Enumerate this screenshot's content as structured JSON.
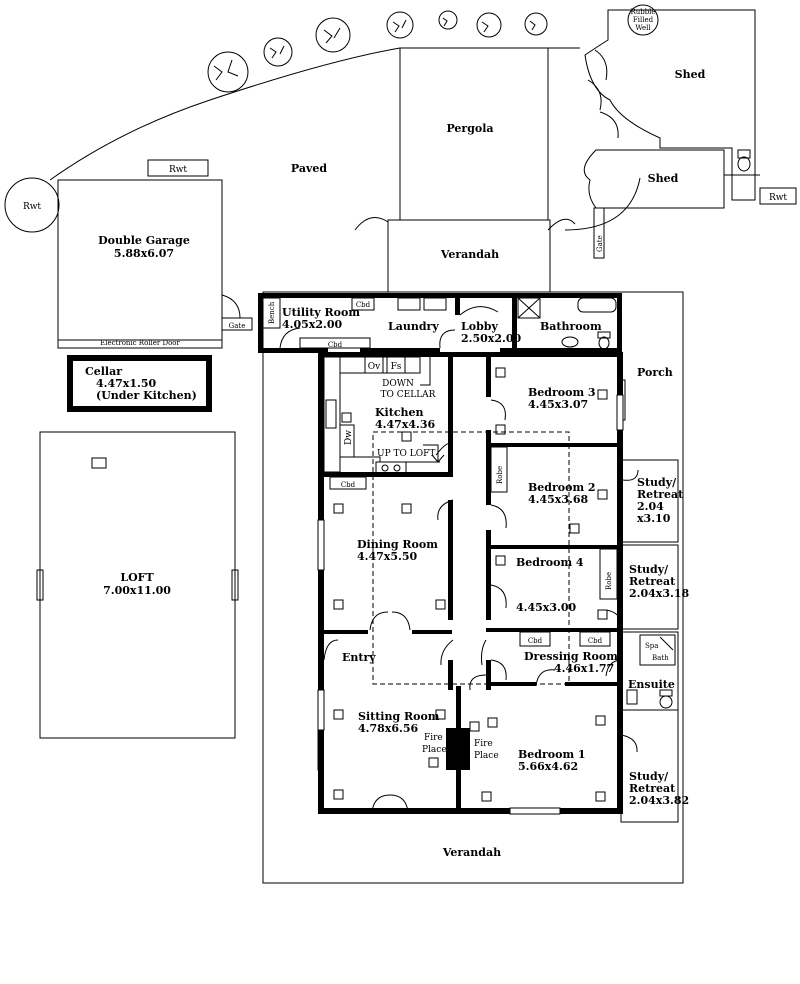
{
  "labels": {
    "rwt_left": "Rwt",
    "rwt_top": "Rwt",
    "rwt_right": "Rwt",
    "paved": "Paved",
    "pergola": "Pergola",
    "shed_upper": "Shed",
    "shed_lower": "Shed",
    "bubble_well_1": "Rubble",
    "bubble_well_2": "Filled",
    "bubble_well_3": "Well",
    "gate_right": "Gate",
    "gate_left": "Gate",
    "verandah_top": "Verandah",
    "verandah_bottom": "Verandah",
    "double_garage": "Double Garage",
    "double_garage_dim": "5.88x6.07",
    "roller_door": "Electronic Roller Door",
    "cellar": "Cellar",
    "cellar_dim": "4.47x1.50",
    "cellar_note": "(Under Kitchen)",
    "loft": "LOFT",
    "loft_dim": "7.00x11.00",
    "bench": "Bench",
    "utility_room": "Utility Room",
    "utility_room_dim": "4.05x2.00",
    "cbd_utility_top": "Cbd",
    "cbd_utility_bottom": "Cbd",
    "laundry": "Laundry",
    "lobby": "Lobby",
    "lobby_dim": "2.50x2.00",
    "bathroom": "Bathroom",
    "porch": "Porch",
    "ov": "Ov",
    "fs": "Fs",
    "down_to_cellar_1": "DOWN",
    "down_to_cellar_2": "TO CELLAR",
    "dw": "Dw",
    "kitchen": "Kitchen",
    "kitchen_dim": "4.47x4.36",
    "up_to_loft": "UP TO LOFT",
    "cbd_dining": "Cbd",
    "dining_room": "Dining Room",
    "dining_room_dim": "4.47x5.50",
    "bedroom3": "Bedroom 3",
    "bedroom3_dim": "4.45x3.07",
    "robe_bed2": "Robe",
    "bedroom2": "Bedroom 2",
    "bedroom2_dim": "4.45x3.68",
    "study1_a": "Study/",
    "study1_b": "Retreat",
    "study1_c": "2.04",
    "study1_d": "x3.10",
    "bedroom4": "Bedroom 4",
    "bedroom4_dim": "4.45x3.00",
    "robe_bed4": "Robe",
    "study2_a": "Study/",
    "study2_b": "Retreat",
    "study2_dim": "2.04x3.18",
    "cbd_dress_left": "Cbd",
    "cbd_dress_right": "Cbd",
    "dressing_room": "Dressing Room",
    "dressing_room_dim": "4.46x1.77",
    "spa_1": "Spa",
    "spa_2": "Bath",
    "ensuite": "Ensuite",
    "entry": "Entry",
    "sitting_room": "Sitting Room",
    "sitting_room_dim": "4.78x6.56",
    "fire_left_1": "Fire",
    "fire_left_2": "Place",
    "fire_right_1": "Fire",
    "fire_right_2": "Place",
    "bedroom1": "Bedroom 1",
    "bedroom1_dim": "5.66x4.62",
    "study3_a": "Study/",
    "study3_b": "Retreat",
    "study3_dim": "2.04x3.82"
  }
}
